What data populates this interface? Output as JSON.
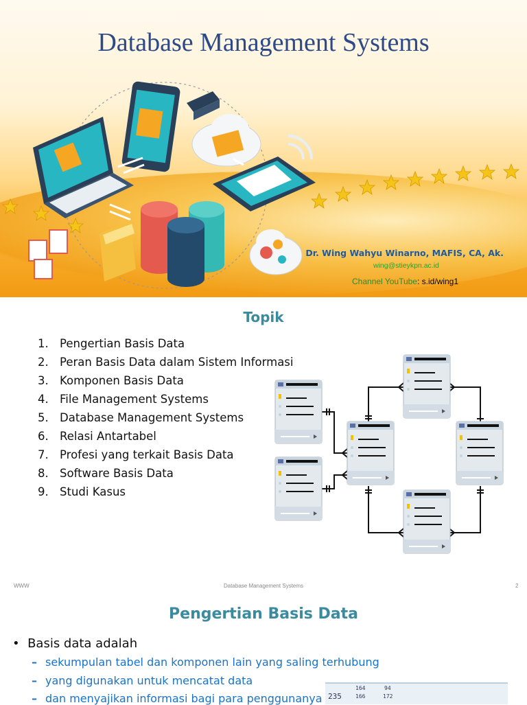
{
  "slide1": {
    "title": "Database Management Systems",
    "author": "Dr. Wing Wahyu Winarno, MAFIS, CA, Ak.",
    "email": "wing@stieykpn.ac.id",
    "youtube_label": "Channel YouTube",
    "youtube_link": ": s.id/wing1"
  },
  "slide2": {
    "heading": "Topik",
    "topics": [
      {
        "num": "1.",
        "text": "Pengertian Basis Data"
      },
      {
        "num": "2.",
        "text": "Peran Basis Data dalam Sistem Informasi"
      },
      {
        "num": "3.",
        "text": "Komponen Basis Data"
      },
      {
        "num": "4.",
        "text": "File Management Systems"
      },
      {
        "num": "5.",
        "text": "Database Management Systems"
      },
      {
        "num": "6.",
        "text": "Relasi Antartabel"
      },
      {
        "num": "7.",
        "text": "Profesi yang terkait Basis Data"
      },
      {
        "num": "8.",
        "text": "Software Basis Data"
      },
      {
        "num": "9.",
        "text": "Studi Kasus"
      }
    ],
    "footer_left": "WWW",
    "footer_center": "Database Management Systems",
    "footer_page": "2"
  },
  "slide3": {
    "heading": "Pengertian Basis Data",
    "bullet": "Basis data adalah",
    "subs": [
      "sekumpulan tabel dan komponen lain yang saling terhubung",
      "yang digunakan untuk mencatat data",
      "dan menyajikan informasi bagi para penggunanya"
    ],
    "sheet_values": [
      "235",
      "166",
      "172",
      "164",
      "94"
    ]
  },
  "colors": {
    "title": "#2e4a86",
    "heading": "#3a8aa0",
    "sub_text": "#1a73c8",
    "background_orange": "#f29a12"
  }
}
